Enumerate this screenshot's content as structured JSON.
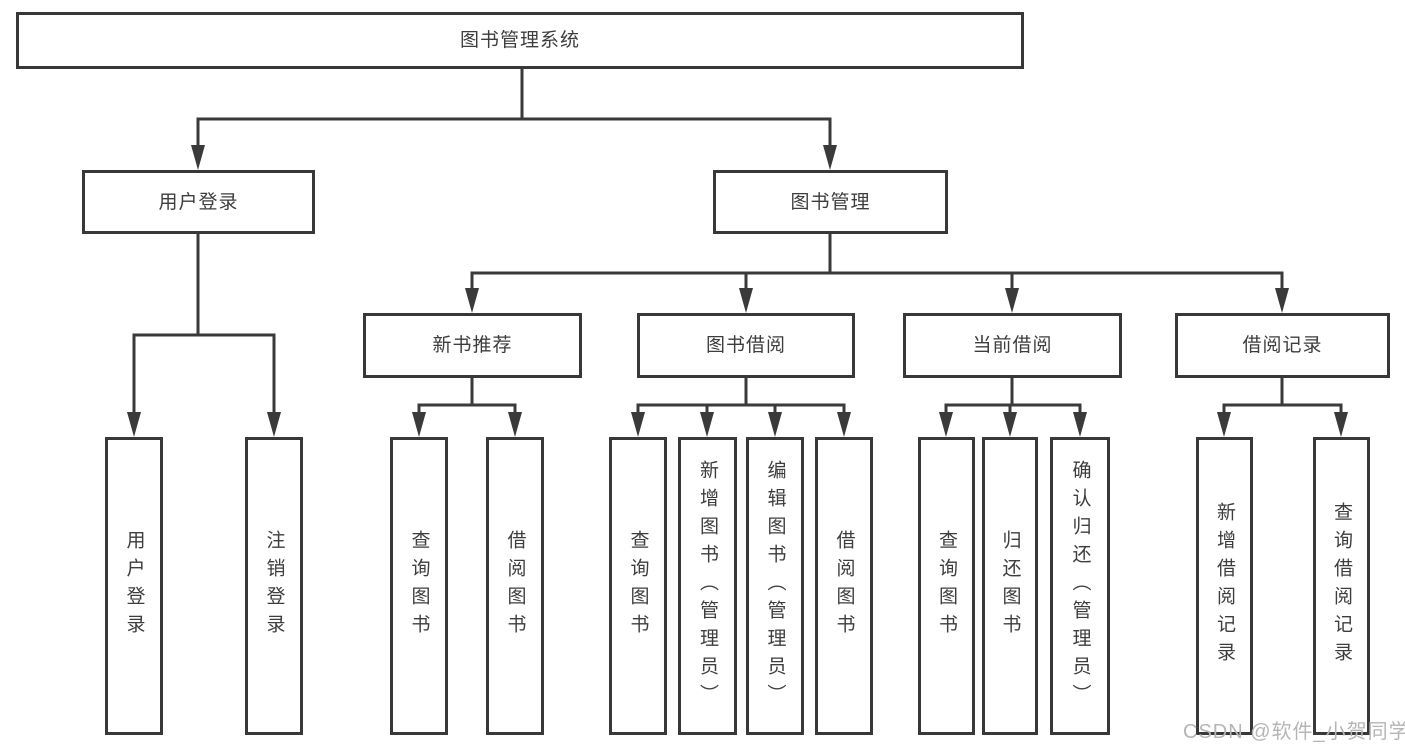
{
  "diagram": {
    "root": {
      "label": "图书管理系统"
    },
    "level2": {
      "user_login": {
        "label": "用户登录"
      },
      "book_management": {
        "label": "图书管理"
      }
    },
    "level3": {
      "new_book_recommend": {
        "label": "新书推荐"
      },
      "book_borrow": {
        "label": "图书借阅"
      },
      "current_borrow": {
        "label": "当前借阅"
      },
      "borrow_record": {
        "label": "借阅记录"
      }
    },
    "leaves": {
      "user_login": {
        "label": "用户登录",
        "parent": "用户登录"
      },
      "logout": {
        "label": "注销登录",
        "parent": "用户登录"
      },
      "recommend_query_book": {
        "label": "查询图书",
        "parent": "新书推荐"
      },
      "recommend_borrow_book": {
        "label": "借阅图书",
        "parent": "新书推荐"
      },
      "borrow_query_book": {
        "label": "查询图书",
        "parent": "图书借阅"
      },
      "add_book_admin": {
        "label": "新增图书（管理员）",
        "parent": "图书借阅"
      },
      "edit_book_admin": {
        "label": "编辑图书（管理员）",
        "parent": "图书借阅"
      },
      "borrow_borrow_book": {
        "label": "借阅图书",
        "parent": "图书借阅"
      },
      "current_query_book": {
        "label": "查询图书",
        "parent": "当前借阅"
      },
      "return_book": {
        "label": "归还图书",
        "parent": "当前借阅"
      },
      "confirm_return_admin": {
        "label": "确认归还（管理员）",
        "parent": "当前借阅"
      },
      "add_borrow_record": {
        "label": "新增借阅记录",
        "parent": "借阅记录"
      },
      "query_borrow_record": {
        "label": "查询借阅记录",
        "parent": "借阅记录"
      }
    }
  },
  "watermark": {
    "text": "CSDN @软件_小贺同学"
  },
  "colors": {
    "line": "#3a3a3a",
    "box_border": "#383838",
    "text": "#3d3d3d",
    "watermark": "#b5b5b5",
    "background": "#ffffff"
  }
}
